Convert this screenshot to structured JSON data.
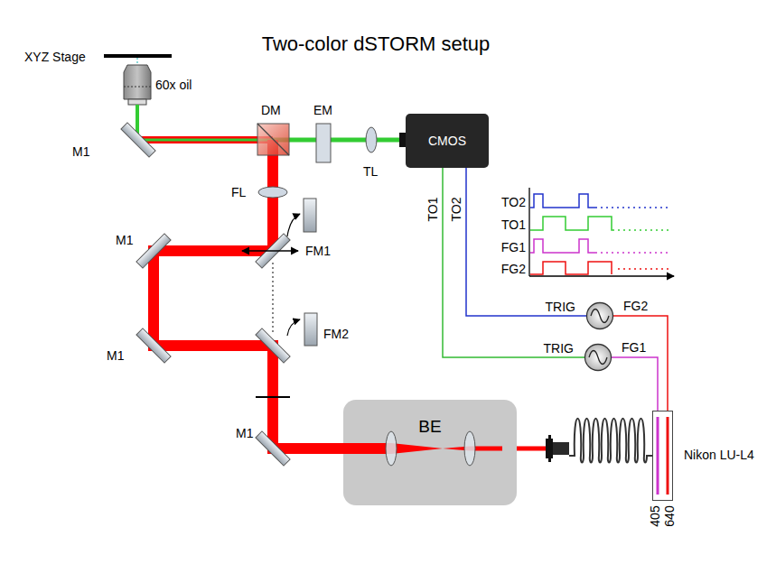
{
  "diagram": {
    "title": "Two-color dSTORM setup",
    "nodes": [
      {
        "text": [
          "CMOS"
        ]
      },
      {
        "text": [
          "TRIG",
          "FG2"
        ]
      },
      {
        "text": [
          "TRIG",
          "FG1"
        ]
      },
      {
        "text": [
          "BE"
        ]
      },
      {
        "text": [
          "Nikon LU-L4"
        ]
      }
    ],
    "edges": [
      {
        "from": 0,
        "to": 1,
        "label": "TO2",
        "arrow": "none"
      },
      {
        "from": 0,
        "to": 2,
        "label": "TO1",
        "arrow": "none"
      },
      {
        "from": 1,
        "to": 4,
        "arrow": "none"
      },
      {
        "from": 2,
        "to": 4,
        "arrow": "none"
      }
    ],
    "labels": [
      "XYZ Stage",
      "60x oil",
      "M1",
      "DM",
      "EM",
      "TL",
      "FL",
      "M1",
      "FM1",
      "FM2",
      "M1",
      "M1",
      "TO2",
      "TO1",
      "FG1",
      "FG2",
      "405",
      "640"
    ]
  }
}
